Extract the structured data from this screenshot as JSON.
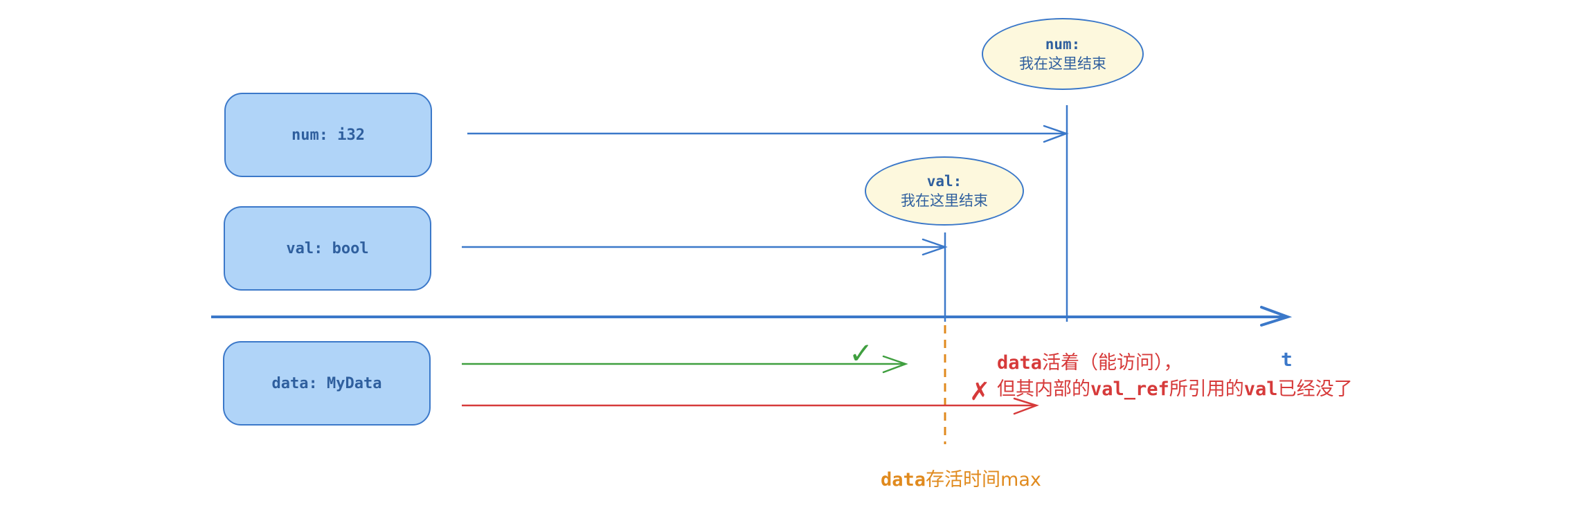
{
  "variables": [
    {
      "label": "num: i32"
    },
    {
      "label": "val: bool"
    },
    {
      "label": "data: MyData"
    }
  ],
  "bubbles": {
    "num": {
      "name": "num:",
      "text": "我在这里结束"
    },
    "val": {
      "name": "val:",
      "text": "我在这里结束"
    }
  },
  "axis": {
    "label": "t"
  },
  "note_red": {
    "line1_code": "data",
    "line1_text": "活着（能访问），",
    "line2_prefix": "但其内部的",
    "line2_code1": "val_ref",
    "line2_mid": "所引用的",
    "line2_code2": "val",
    "line2_suffix": "已经没了"
  },
  "note_orange": {
    "code": "data",
    "text": "存活时间max"
  },
  "marks": {
    "ok": "✓",
    "bad": "✗"
  },
  "colors": {
    "blue": "#3b78c9",
    "box_fill": "#b0d4f8",
    "bubble_fill": "#fdf8dd",
    "green": "#3f9f3f",
    "red": "#d63a3a",
    "orange": "#e08a1e"
  }
}
